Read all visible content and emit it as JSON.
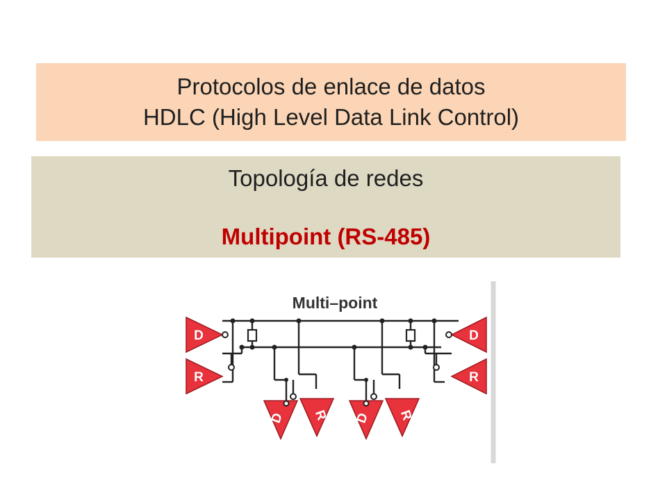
{
  "header": {
    "line1": "Protocolos de enlace de datos",
    "line2": "HDLC (High Level Data Link Control)"
  },
  "subheader": {
    "topology": "Topología de redes",
    "type": "Multipoint (RS-485)"
  },
  "diagram": {
    "title": "Multi–point",
    "driver_label": "D",
    "receiver_label": "R",
    "colors": {
      "triangle_fill": "#e8323c",
      "triangle_stroke": "#9a1a20",
      "wire": "#222222",
      "label": "#ffffff"
    }
  }
}
